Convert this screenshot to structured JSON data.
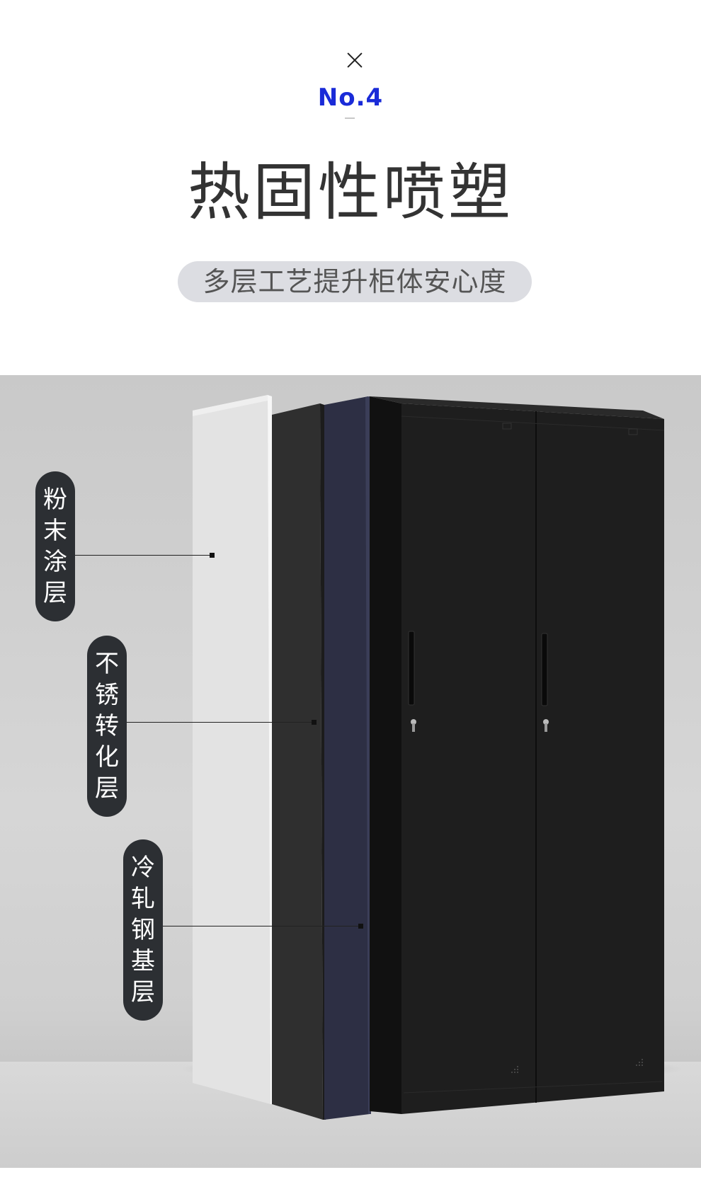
{
  "header": {
    "close_symbol": "×",
    "badge": "No.4",
    "title": "热固性喷塑",
    "subtitle": "多层工艺提升柜体安心度"
  },
  "layers": [
    {
      "chars": [
        "粉",
        "末",
        "涂",
        "层"
      ]
    },
    {
      "chars": [
        "不",
        "锈",
        "转",
        "化",
        "层"
      ]
    },
    {
      "chars": [
        "冷",
        "轧",
        "钢",
        "基",
        "层"
      ]
    }
  ],
  "colors": {
    "accent": "#1a2bd8",
    "title": "#333333",
    "pill_bg": "#dcdde2",
    "label_bg": "#2c2f33",
    "cabinet": "#1c1c1c",
    "panel_white": "#e2e2e2",
    "panel_dark": "#2f2f2f",
    "panel_navy": "#2b2d3f"
  },
  "icons": [
    "close-icon",
    "keyhole-icon",
    "door-handle-icon"
  ]
}
